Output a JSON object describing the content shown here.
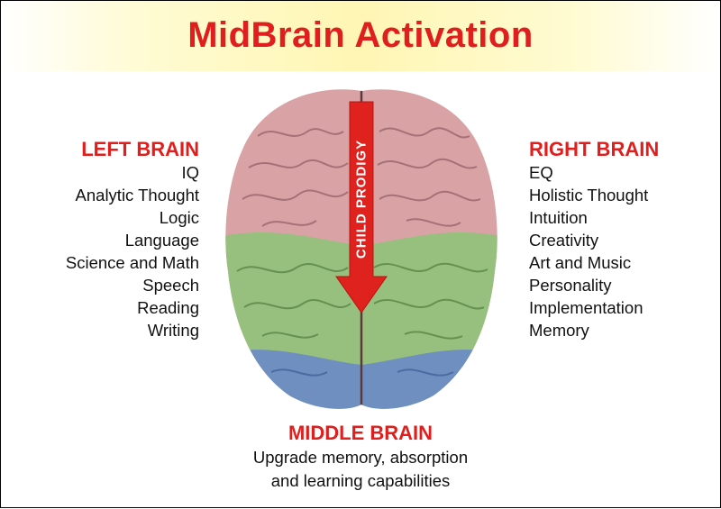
{
  "title": "MidBrain Activation",
  "left_brain": {
    "heading": "LEFT BRAIN",
    "items": [
      "IQ",
      "Analytic Thought",
      "Logic",
      "Language",
      "Science and Math",
      "Speech",
      "Reading",
      "Writing"
    ]
  },
  "right_brain": {
    "heading": "RIGHT BRAIN",
    "items": [
      "EQ",
      "Holistic Thought",
      "Intuition",
      "Creativity",
      "Art and Music",
      "Personality",
      "Implementation",
      "Memory"
    ]
  },
  "middle_brain": {
    "heading": "MIDDLE BRAIN",
    "lines": [
      "Upgrade memory, absorption",
      "and learning capabilities"
    ]
  },
  "arrow_label": "CHILD PRODIGY",
  "colors": {
    "title": "#e01e1e",
    "heading": "#e01e1e",
    "arrow": "#e0221e",
    "lobe_front": "#d9a3a6",
    "lobe_middle": "#97c07e",
    "lobe_back": "#6f8fc0"
  }
}
